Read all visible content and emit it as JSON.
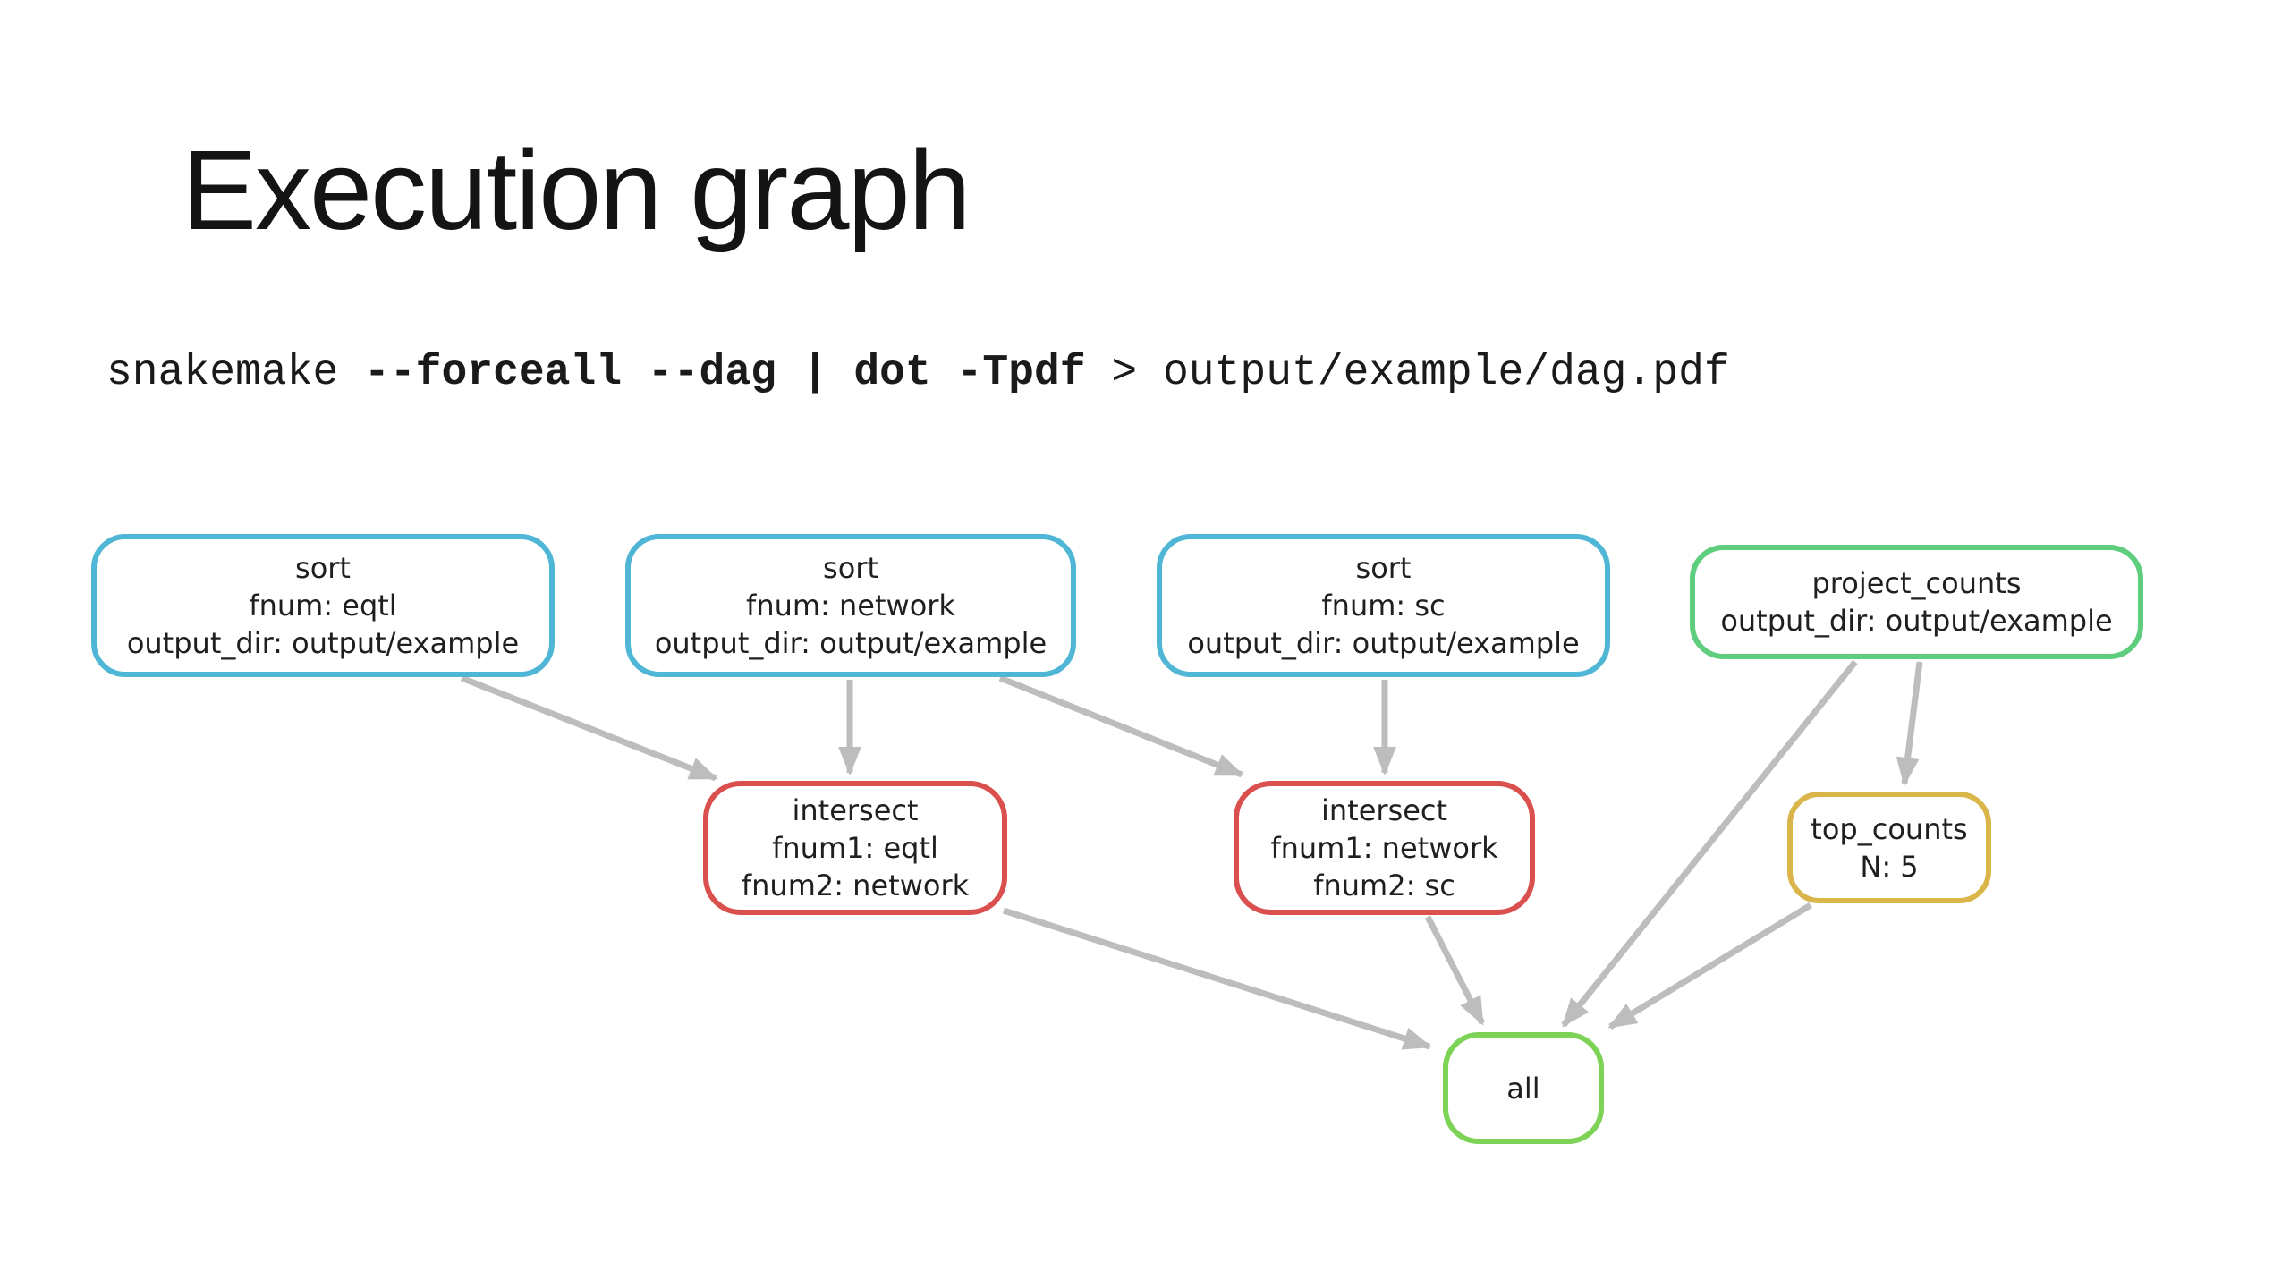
{
  "slide": {
    "title": "Execution graph",
    "command": {
      "seg_plain_1": "snakemake ",
      "seg_bold": "--forceall --dag | dot -Tpdf",
      "seg_plain_2": " > output/example/dag.pdf"
    }
  },
  "diagram": {
    "arrow_color": "#bdbdbd",
    "node_text_color": "#1f1f1f",
    "colors": {
      "sort": "#4fb6d6",
      "project_counts": "#5ecd7d",
      "intersect": "#d9504e",
      "top_counts": "#d9b54a",
      "all": "#7cd356"
    },
    "nodes": [
      {
        "id": "sort-eqtl",
        "rule": "sort",
        "params": [
          "fnum: eqtl",
          "output_dir: output/example"
        ],
        "border_color": "#4fb6d6"
      },
      {
        "id": "sort-network",
        "rule": "sort",
        "params": [
          "fnum: network",
          "output_dir: output/example"
        ],
        "border_color": "#4fb6d6"
      },
      {
        "id": "sort-sc",
        "rule": "sort",
        "params": [
          "fnum: sc",
          "output_dir: output/example"
        ],
        "border_color": "#4fb6d6"
      },
      {
        "id": "project-counts",
        "rule": "project_counts",
        "params": [
          "output_dir: output/example"
        ],
        "border_color": "#5ecd7d"
      },
      {
        "id": "intersect-eqtl-network",
        "rule": "intersect",
        "params": [
          "fnum1: eqtl",
          "fnum2: network"
        ],
        "border_color": "#d9504e"
      },
      {
        "id": "intersect-network-sc",
        "rule": "intersect",
        "params": [
          "fnum1: network",
          "fnum2: sc"
        ],
        "border_color": "#d9504e"
      },
      {
        "id": "top-counts",
        "rule": "top_counts",
        "params": [
          "N: 5"
        ],
        "border_color": "#d9b54a"
      },
      {
        "id": "all",
        "rule": "all",
        "params": [],
        "border_color": "#7cd356"
      }
    ],
    "edges": [
      {
        "from": "sort-eqtl",
        "to": "intersect-eqtl-network"
      },
      {
        "from": "sort-network",
        "to": "intersect-eqtl-network"
      },
      {
        "from": "sort-network",
        "to": "intersect-network-sc"
      },
      {
        "from": "sort-sc",
        "to": "intersect-network-sc"
      },
      {
        "from": "project-counts",
        "to": "all"
      },
      {
        "from": "project-counts",
        "to": "top-counts"
      },
      {
        "from": "intersect-eqtl-network",
        "to": "all"
      },
      {
        "from": "intersect-network-sc",
        "to": "all"
      },
      {
        "from": "top-counts",
        "to": "all"
      }
    ]
  }
}
